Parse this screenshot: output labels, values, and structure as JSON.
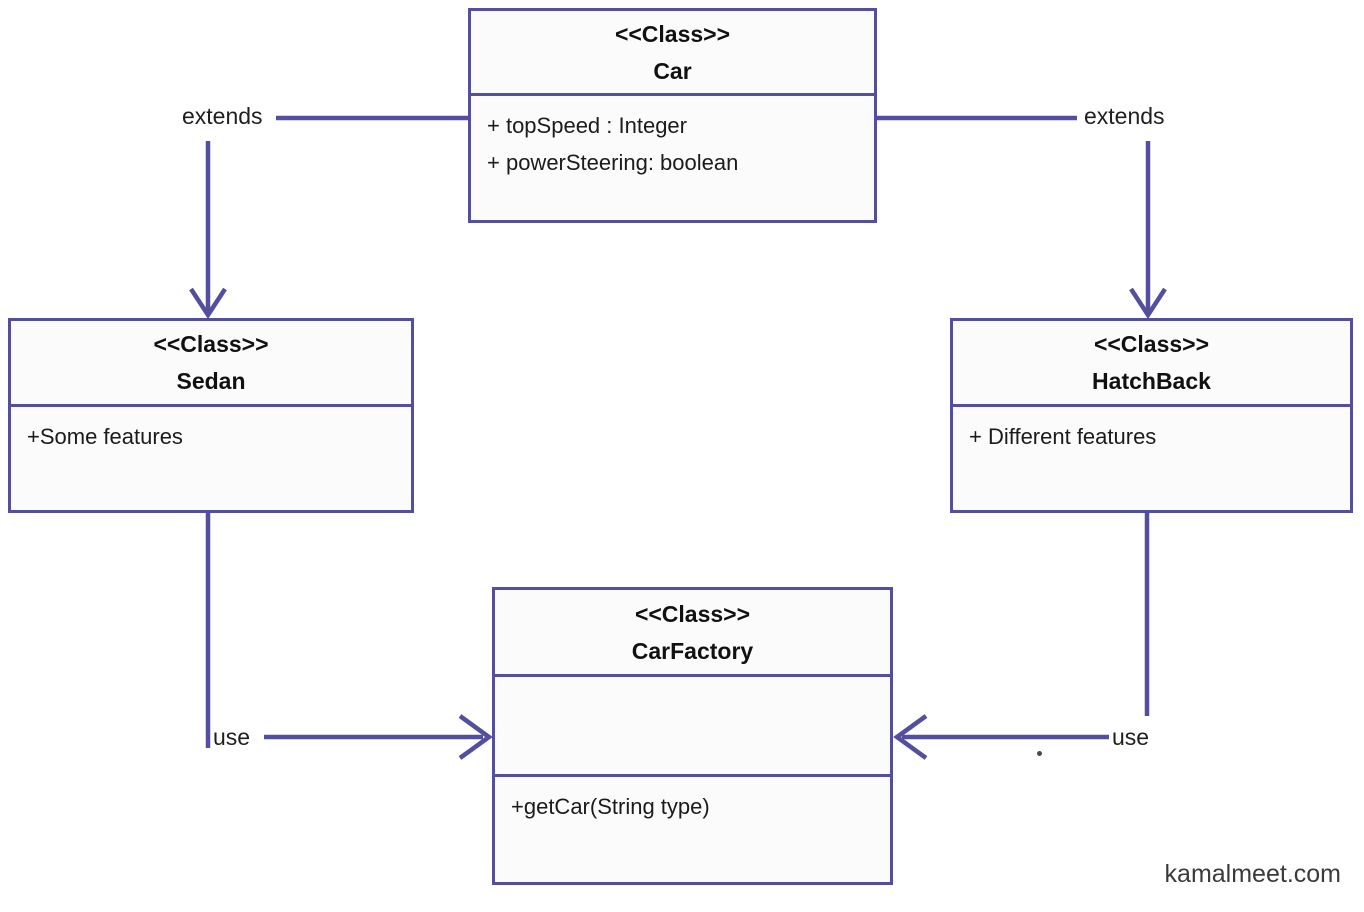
{
  "diagram_type": "uml-class-diagram",
  "colors": {
    "line": "#534f9e",
    "text": "#1b1b1b",
    "box_fill": "#fbfbfb",
    "background": "#ffffff",
    "watermark_text": "#3b3b3b"
  },
  "classes": {
    "car": {
      "stereotype": "<<Class>>",
      "name": "Car",
      "attributes": [
        "+ topSpeed : Integer",
        "+ powerSteering: boolean"
      ]
    },
    "sedan": {
      "stereotype": "<<Class>>",
      "name": "Sedan",
      "attributes": [
        "+Some features"
      ]
    },
    "hatchback": {
      "stereotype": "<<Class>>",
      "name": "HatchBack",
      "attributes": [
        "+ Different features"
      ]
    },
    "carFactory": {
      "stereotype": "<<Class>>",
      "name": "CarFactory",
      "attributes": [],
      "methods": [
        "+getCar(String type)"
      ]
    }
  },
  "relationships": {
    "extends_left": {
      "label": "extends",
      "from": "Sedan",
      "to": "Car",
      "arrow": "open-v-down"
    },
    "extends_right": {
      "label": "extends",
      "from": "HatchBack",
      "to": "Car",
      "arrow": "open-v-down"
    },
    "use_left": {
      "label": "use",
      "from": "Sedan",
      "to": "CarFactory",
      "arrow": "open-v-right"
    },
    "use_right": {
      "label": "use",
      "from": "HatchBack",
      "to": "CarFactory",
      "arrow": "open-v-left"
    }
  },
  "watermark": "kamalmeet.com"
}
